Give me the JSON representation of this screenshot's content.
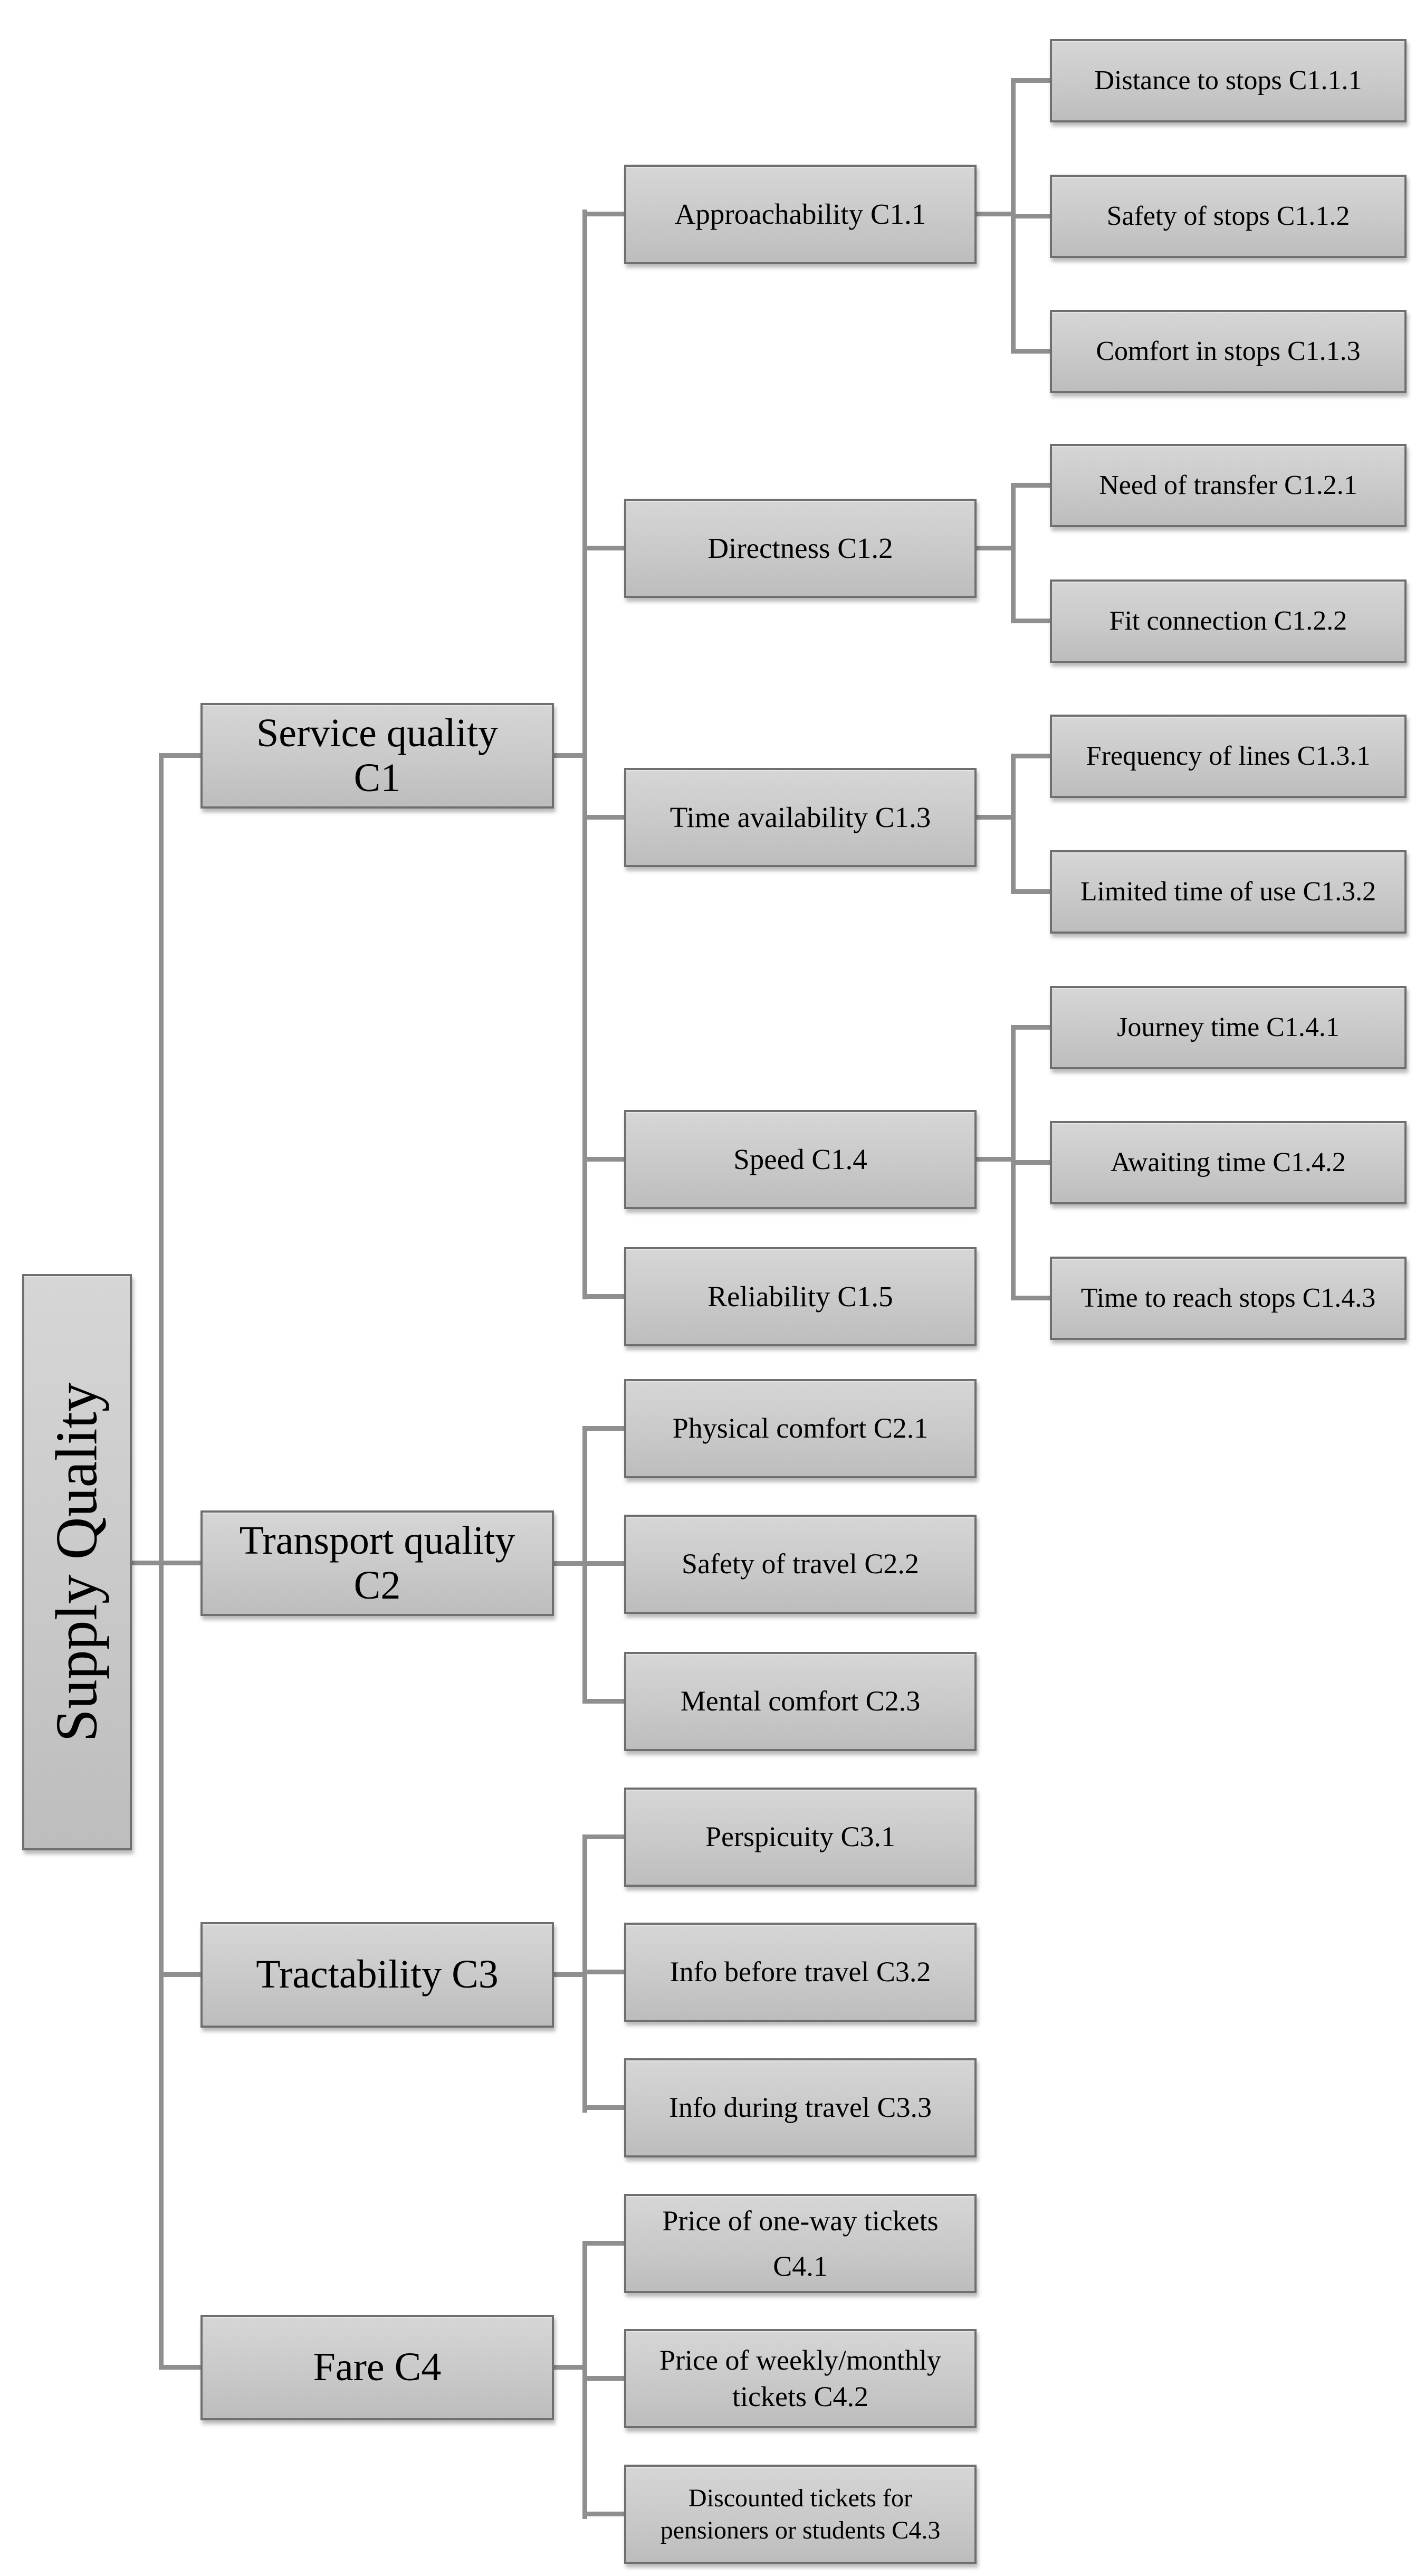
{
  "colors": {
    "background": "#ffffff",
    "box_fill_top": "#d6d6d6",
    "box_fill_bottom": "#bdbdbd",
    "box_border": "#6f6f6f",
    "connector": "#8f8f8f",
    "text": "#000000"
  },
  "diagram": {
    "root": {
      "label": "Supply Quality"
    },
    "criteria": [
      {
        "label_lines": [
          "Service quality",
          "C1"
        ],
        "subcriteria": [
          {
            "label": "Approachability C1.1",
            "children": [
              {
                "label": "Distance to stops C1.1.1"
              },
              {
                "label": "Safety of stops C1.1.2"
              },
              {
                "label": "Comfort in stops C1.1.3"
              }
            ]
          },
          {
            "label": "Directness C1.2",
            "children": [
              {
                "label": "Need of transfer C1.2.1"
              },
              {
                "label": "Fit connection C1.2.2"
              }
            ]
          },
          {
            "label": "Time availability C1.3",
            "children": [
              {
                "label": "Frequency of lines C1.3.1"
              },
              {
                "label": "Limited time of use C1.3.2"
              }
            ]
          },
          {
            "label": "Speed C1.4",
            "children": [
              {
                "label": "Journey time C1.4.1"
              },
              {
                "label": "Awaiting time C1.4.2"
              },
              {
                "label": "Time to reach stops C1.4.3"
              }
            ]
          },
          {
            "label": "Reliability C1.5"
          }
        ]
      },
      {
        "label_lines": [
          "Transport quality",
          "C2"
        ],
        "subcriteria": [
          {
            "label": "Physical comfort C2.1"
          },
          {
            "label": "Safety of travel C2.2"
          },
          {
            "label": "Mental comfort C2.3"
          }
        ]
      },
      {
        "label": "Tractability C3",
        "subcriteria": [
          {
            "label": "Perspicuity C3.1"
          },
          {
            "label": "Info before travel C3.2"
          },
          {
            "label": "Info during travel C3.3"
          }
        ]
      },
      {
        "label": "Fare C4",
        "subcriteria": [
          {
            "label_lines": [
              "Price of one-way tickets",
              "C4.1"
            ]
          },
          {
            "label_lines": [
              "Price of weekly/monthly",
              "tickets C4.2"
            ]
          },
          {
            "label_lines": [
              "Discounted tickets for",
              "pensioners or students C4.3"
            ]
          }
        ]
      }
    ]
  }
}
